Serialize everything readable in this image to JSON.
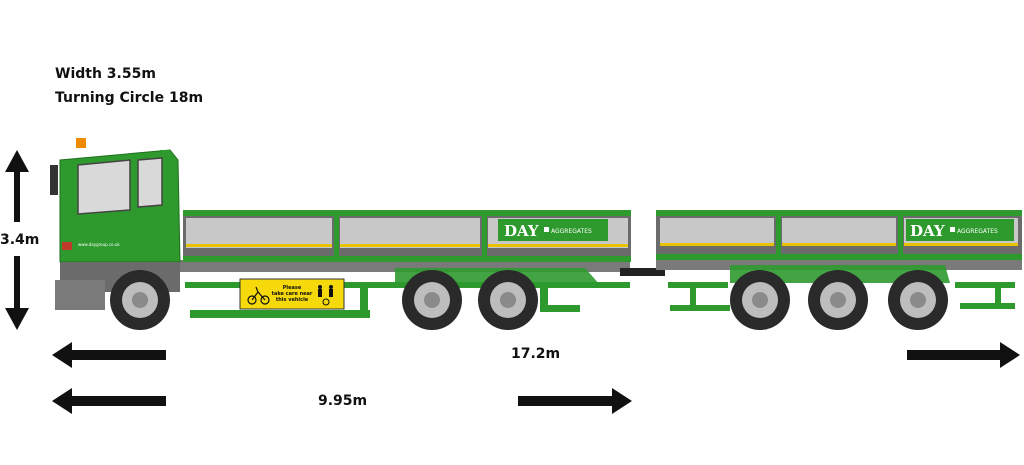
{
  "specs": {
    "width": "Width 3.55m",
    "turning_circle": "Turning Circle 18m",
    "height": "3.4m",
    "overall_length": "17.2m",
    "truck_length": "9.95m"
  },
  "branding": {
    "logo_day": "DAY",
    "logo_aggregates": "AGGREGATES",
    "cab_web": "www.daygroup.co.uk"
  },
  "warning_sign": {
    "line1": "Please",
    "line2": "take care near",
    "line3": "this vehicle"
  },
  "colors": {
    "body_green": "#2e9a2e",
    "chassis_grey": "#7a7a7a",
    "sign_yellow": "#f5d90a"
  }
}
